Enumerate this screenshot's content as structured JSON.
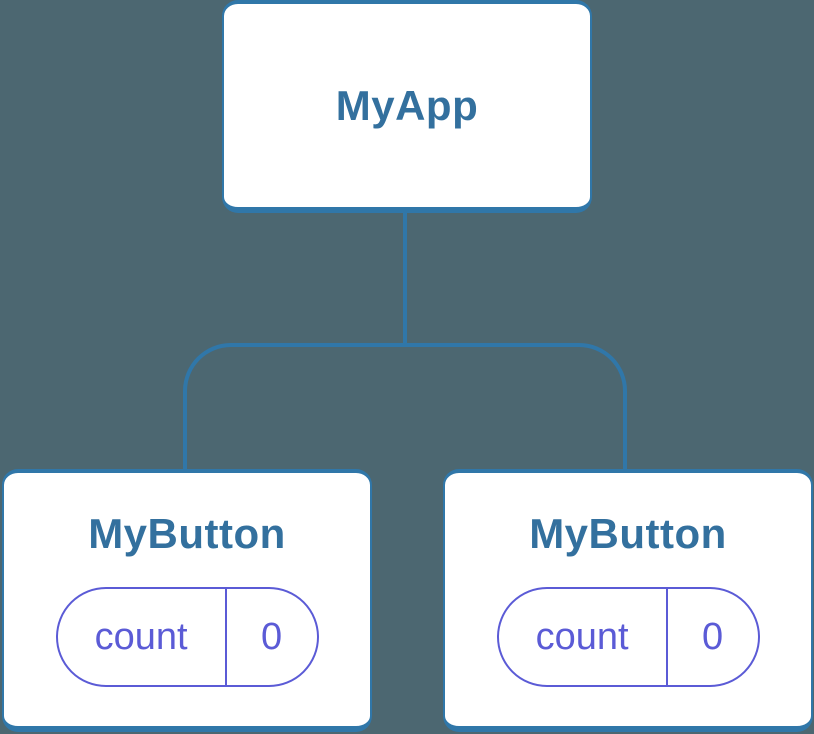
{
  "diagram": {
    "root": {
      "label": "MyApp"
    },
    "children": [
      {
        "label": "MyButton",
        "state": {
          "key": "count",
          "value": "0"
        }
      },
      {
        "label": "MyButton",
        "state": {
          "key": "count",
          "value": "0"
        }
      }
    ]
  },
  "colors": {
    "background": "#4C6771",
    "connector_blue": "#3077A9",
    "node_label_blue": "#33709E",
    "node_fill": "#FFFFFF",
    "state_purple": "#5B5BD6"
  }
}
